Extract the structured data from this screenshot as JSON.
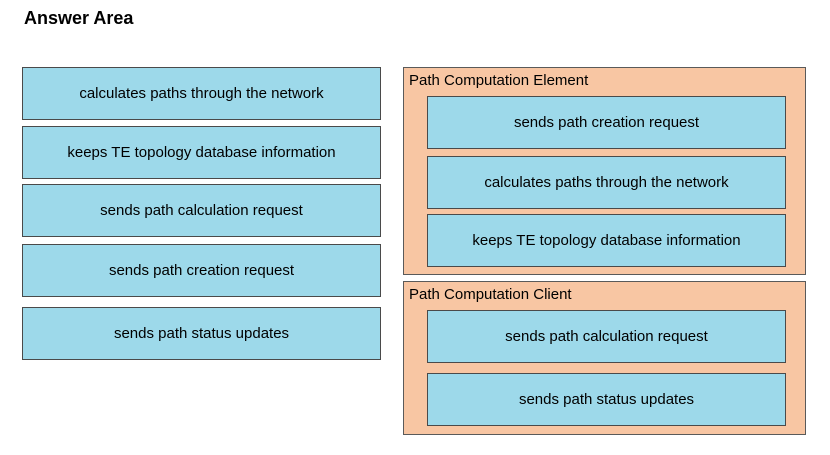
{
  "header": {
    "title": "Answer Area"
  },
  "source_items": [
    "calculates paths through the network",
    "keeps TE topology database information",
    "sends path calculation request",
    "sends path creation request",
    "sends path status updates"
  ],
  "targets": [
    {
      "label": "Path Computation Element",
      "items": [
        "sends path creation request",
        "calculates paths through the network",
        "keeps TE topology database information"
      ]
    },
    {
      "label": "Path Computation Client",
      "items": [
        "sends path calculation request",
        "sends path status updates"
      ]
    }
  ],
  "colors": {
    "item_fill": "#9dd9ea",
    "zone_fill": "#f8c6a3",
    "border": "#4a4a4a"
  }
}
